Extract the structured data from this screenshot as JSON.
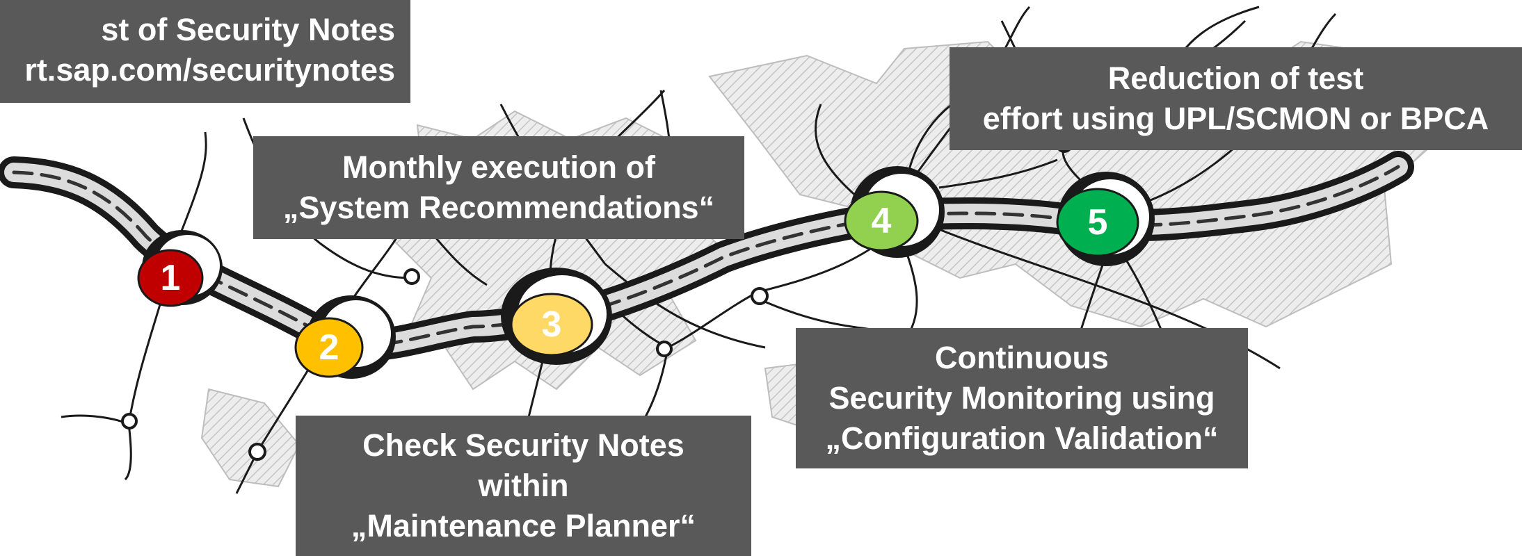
{
  "notes": {
    "security_notes": {
      "line1": "st of Security Notes",
      "line2": "rt.sap.com/securitynotes"
    },
    "system_recommendations": {
      "line1": "Monthly execution of",
      "line2": "„System Recommendations“"
    },
    "maintenance_planner": {
      "line1": "Check Security Notes",
      "line2": "within",
      "line3": "„Maintenance Planner“"
    },
    "continuous_monitoring": {
      "line1": "Continuous",
      "line2": "Security Monitoring using",
      "line3": "„Configuration Validation“"
    },
    "test_effort": {
      "line1": "Reduction of test",
      "line2": "effort using UPL/SCMON or BPCA"
    }
  },
  "steps": [
    {
      "label": "1",
      "color": "#c00000"
    },
    {
      "label": "2",
      "color": "#ffc000"
    },
    {
      "label": "3",
      "color": "#ffd966"
    },
    {
      "label": "4",
      "color": "#92d050"
    },
    {
      "label": "5",
      "color": "#00b050"
    }
  ],
  "colors": {
    "box_background": "#595959",
    "box_text": "#ffffff"
  }
}
